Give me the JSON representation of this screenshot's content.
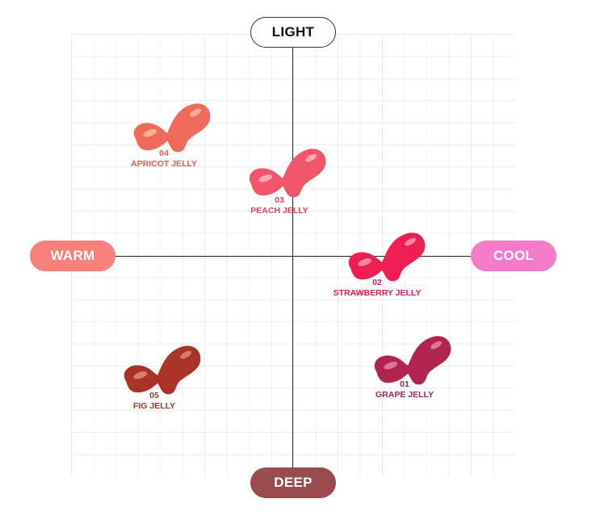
{
  "axes": {
    "top": "LIGHT",
    "bottom": "DEEP",
    "left": "WARM",
    "right": "COOL"
  },
  "colors": {
    "warm_pill": "#f7807a",
    "cool_pill": "#f57ac9",
    "deep_pill": "#9a4b4e",
    "light_pill_border": "#333333"
  },
  "shades": [
    {
      "number": "04",
      "name": "APRICOT JELLY",
      "color": "#ef6a5a",
      "highlight": "#ffc3b6",
      "label_color": "#e65a4d"
    },
    {
      "number": "03",
      "name": "PEACH JELLY",
      "color": "#f2546a",
      "highlight": "#ffc5cd",
      "label_color": "#e0445a"
    },
    {
      "number": "02",
      "name": "STRAWBERRY JELLY",
      "color": "#ee1d52",
      "highlight": "#ffa9bd",
      "label_color": "#d91b58"
    },
    {
      "number": "05",
      "name": "FIG JELLY",
      "color": "#a83428",
      "highlight": "#e89482",
      "label_color": "#9d3a2f"
    },
    {
      "number": "01",
      "name": "GRAPE JELLY",
      "color": "#b0244f",
      "highlight": "#ee8fb0",
      "label_color": "#a12455"
    }
  ]
}
